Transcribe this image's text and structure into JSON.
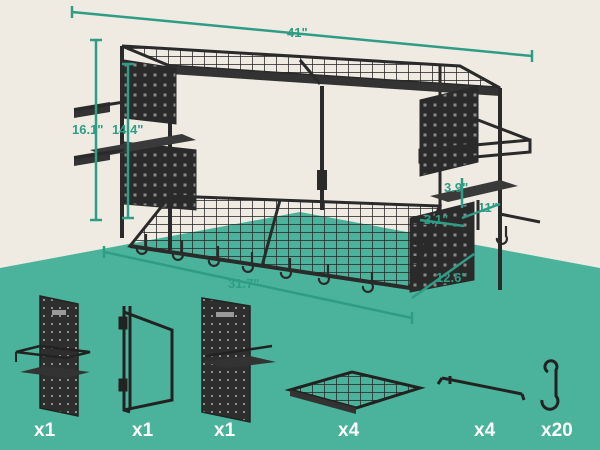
{
  "colors": {
    "background": "#efebe3",
    "accent": "#4bb39b",
    "dimension_line": "#2f9c86",
    "metal": "#2a2a2a"
  },
  "dimensions": {
    "overall_width": "41\"",
    "overall_height": "16.1\"",
    "inner_height": "14.4\"",
    "base_width": "31.7\"",
    "depth": "12.6\"",
    "shelf_height": "3.9\"",
    "shelf_depth": "3.1\"",
    "shelf_width": "11\""
  },
  "parts": [
    {
      "icon": "side-panel-with-rails-icon",
      "quantity": "x1"
    },
    {
      "icon": "support-bracket-icon",
      "quantity": "x1"
    },
    {
      "icon": "side-panel-icon",
      "quantity": "x1"
    },
    {
      "icon": "wire-shelf-icon",
      "quantity": "x4"
    },
    {
      "icon": "rod-hook-icon",
      "quantity": "x4"
    },
    {
      "icon": "s-hook-icon",
      "quantity": "x20"
    }
  ]
}
